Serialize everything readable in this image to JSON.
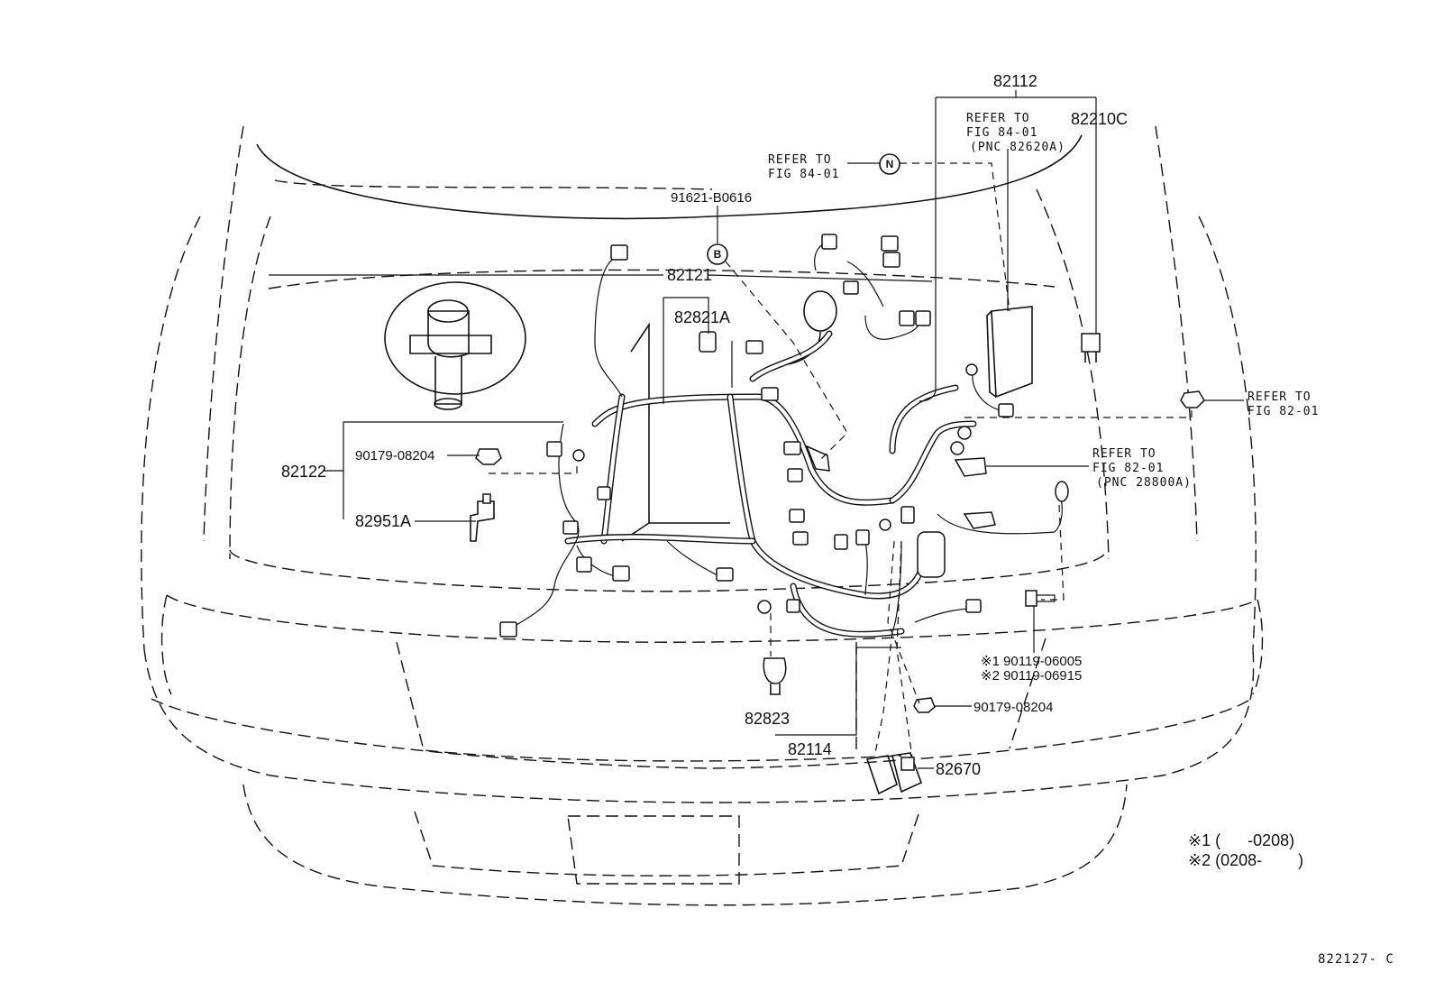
{
  "parts": {
    "p82112": "82112",
    "p82210c": "82210C",
    "p91621": "91621-B0616",
    "p82121": "82121",
    "p82821a": "82821A",
    "p82122": "82122",
    "p90179_upper": "90179-08204",
    "p82951a": "82951A",
    "p90119_1": "90119-06005",
    "p90119_2": "90119-06915",
    "p90179_lower": "90179-08204",
    "p82823": "82823",
    "p82114": "82114",
    "p82670": "82670"
  },
  "refs": {
    "ref_fig8401_a": {
      "line1": "REFER TO",
      "line2": "FIG 84-01",
      "line3": "(PNC 82620A)"
    },
    "ref_fig8401_b": {
      "line1": "REFER TO",
      "line2": "FIG 84-01"
    },
    "ref_fig8201_a": {
      "line1": "REFER TO",
      "line2": "FIG 82-01"
    },
    "ref_fig8201_b": {
      "line1": "REFER TO",
      "line2": "FIG 82-01",
      "line3": "(PNC 28800A)"
    }
  },
  "callouts": {
    "n": "N",
    "b": "B"
  },
  "notes": {
    "mark1": "※1",
    "mark2": "※2",
    "note1": "※1 (      -0208)",
    "note2": "※2 (0208-        )"
  },
  "figure_id": "822127- C"
}
